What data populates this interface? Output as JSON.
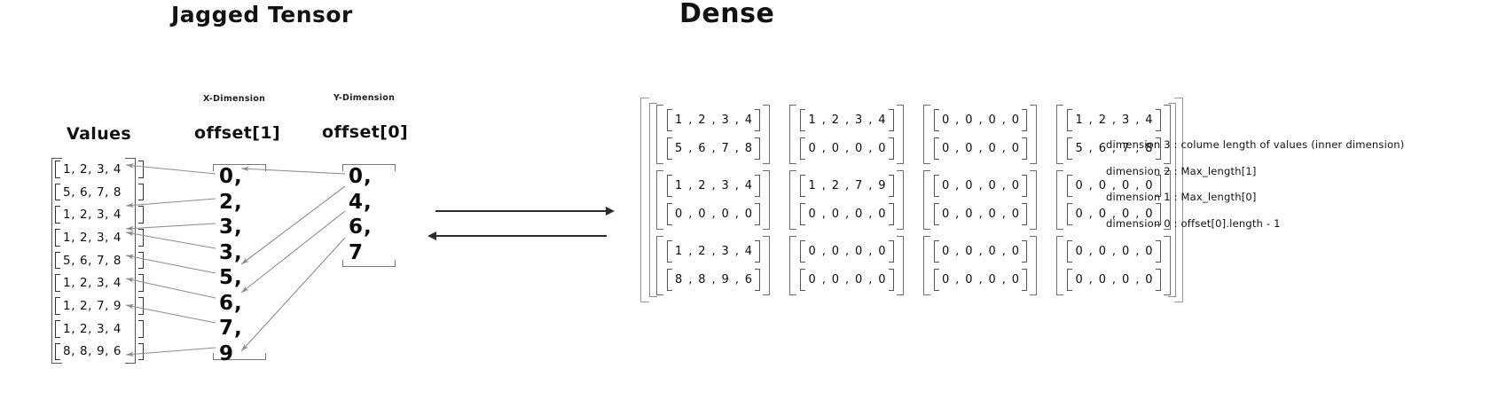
{
  "titles": {
    "jagged": "Jagged Tensor",
    "dense": "Dense"
  },
  "jagged": {
    "values": {
      "header": "Values",
      "rows": [
        "1, 2, 3, 4",
        "5, 6, 7, 8",
        "1, 2, 3, 4",
        "1, 2, 3, 4",
        "5, 6, 7, 8",
        "1, 2, 3, 4",
        "1, 2, 7, 9",
        "1, 2, 3, 4",
        "8, 8, 9, 6"
      ]
    },
    "offset1": {
      "dimension_label": "X-Dimension",
      "header": "offset[1]",
      "items": [
        "0,",
        "2,",
        "3,",
        "3,",
        "5,",
        "6,",
        "7,",
        "9"
      ]
    },
    "offset0": {
      "dimension_label": "Y-Dimension",
      "header": "offset[0]",
      "items": [
        "0,",
        "4,",
        "6,",
        "7"
      ]
    }
  },
  "middle": {
    "arrow_right": "to-dense-arrow",
    "arrow_left": "to-jagged-arrow"
  },
  "dense": {
    "rows": [
      [
        [
          "1 , 2 , 3 , 4",
          "5 , 6 , 7 , 8"
        ],
        [
          "1 , 2 , 3 , 4",
          "0 , 0 , 0 , 0"
        ],
        [
          "0 , 0 , 0 , 0",
          "0 , 0 , 0 , 0"
        ],
        [
          "1 , 2 , 3 , 4",
          "5 , 6 , 7 , 8"
        ]
      ],
      [
        [
          "1 , 2 , 3 , 4",
          "0 , 0 , 0 , 0"
        ],
        [
          "1 , 2 , 7 , 9",
          "0 , 0 , 0 , 0"
        ],
        [
          "0 , 0 , 0 , 0",
          "0 , 0 , 0 , 0"
        ],
        [
          "0 , 0 , 0 , 0",
          "0 , 0 , 0 , 0"
        ]
      ],
      [
        [
          "1 , 2 , 3 , 4",
          "8 , 8 , 9 , 6"
        ],
        [
          "0 , 0 , 0 , 0",
          "0 , 0 , 0 , 0"
        ],
        [
          "0 , 0 , 0 , 0",
          "0 , 0 , 0 , 0"
        ],
        [
          "0 , 0 , 0 , 0",
          "0 , 0 , 0 , 0"
        ]
      ]
    ]
  },
  "legend": {
    "lines": [
      "dimension 3 : colume length of values (inner dimension)",
      "dimension 2 : Max_length[1]",
      "dimension 1  : Max_length[0]",
      "dimension 0 : offset[0].length - 1"
    ]
  },
  "colors": {
    "ink": "#111111",
    "connector": "#8d8d8d",
    "bracket": "#6d6d6d",
    "background": "#ffffff"
  }
}
